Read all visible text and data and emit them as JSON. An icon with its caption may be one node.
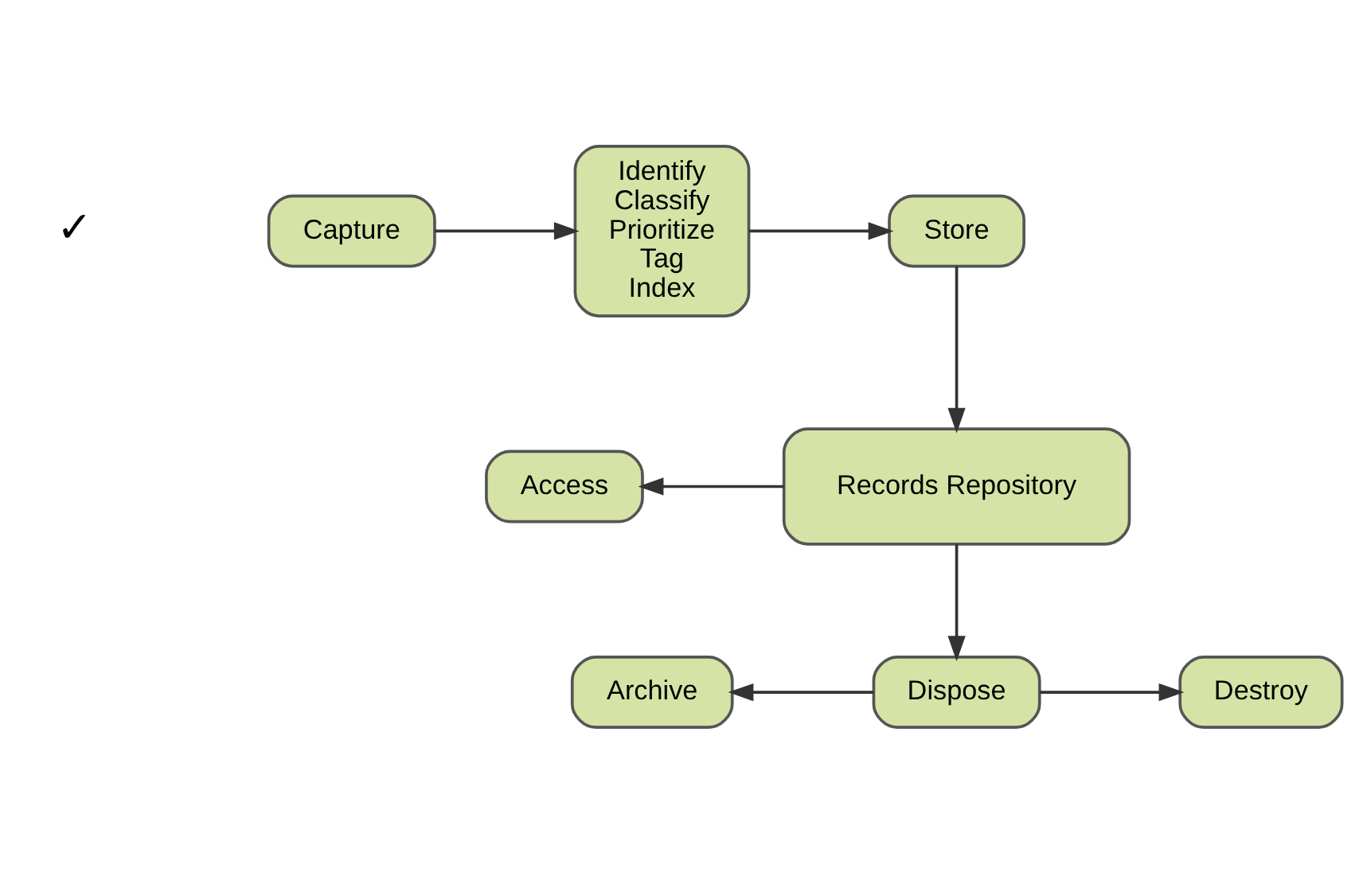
{
  "diagram": {
    "nodes": [
      {
        "text": [
          "Capture"
        ]
      },
      {
        "text": [
          "Identify",
          "Classify",
          "Prioritize",
          "Tag",
          "Index"
        ]
      },
      {
        "text": [
          "Store"
        ]
      },
      {
        "text": [
          "Records Repository"
        ]
      },
      {
        "text": [
          "Access"
        ]
      },
      {
        "text": [
          "Dispose"
        ]
      },
      {
        "text": [
          "Archive"
        ]
      },
      {
        "text": [
          "Destroy"
        ]
      }
    ],
    "edges": [
      {
        "from": 0,
        "to": 1,
        "arrow": "to"
      },
      {
        "from": 1,
        "to": 2,
        "arrow": "to"
      },
      {
        "from": 2,
        "to": 3,
        "arrow": "to"
      },
      {
        "from": 3,
        "to": 4,
        "arrow": "to"
      },
      {
        "from": 3,
        "to": 5,
        "arrow": "to"
      },
      {
        "from": 5,
        "to": 6,
        "arrow": "to"
      },
      {
        "from": 5,
        "to": 7,
        "arrow": "to"
      }
    ],
    "labels": [
      "✓"
    ]
  }
}
